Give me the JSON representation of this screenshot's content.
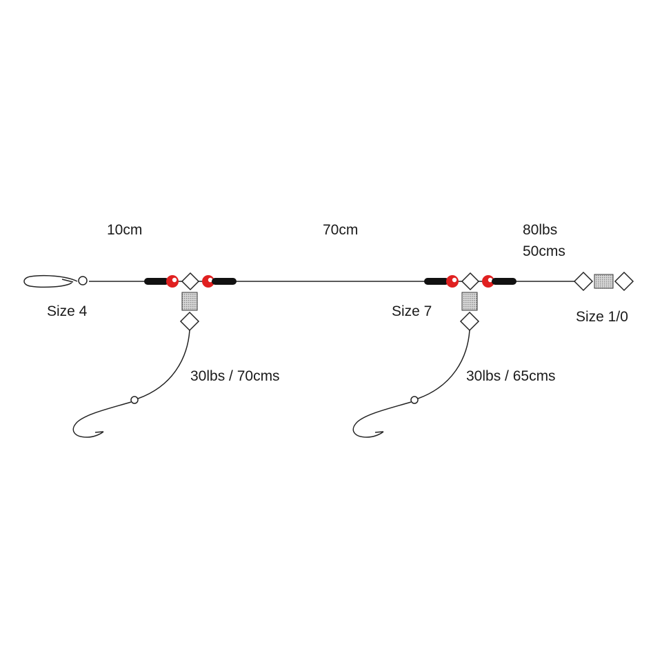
{
  "segments": {
    "first_length": "10cm",
    "main_length": "70cm",
    "mainline_strength": "80lbs",
    "mainline_length": "50cms"
  },
  "components": {
    "clip_label": "Size 4",
    "middle_swivel_label": "Size 7",
    "end_swivel_label": "Size 1/0"
  },
  "snoods": {
    "left": "30lbs / 70cms",
    "right": "30lbs / 65cms"
  },
  "colors": {
    "line": "#222222",
    "bead": "#e02020",
    "stop": "#111111",
    "swivel_body": "#bdbdbd"
  }
}
